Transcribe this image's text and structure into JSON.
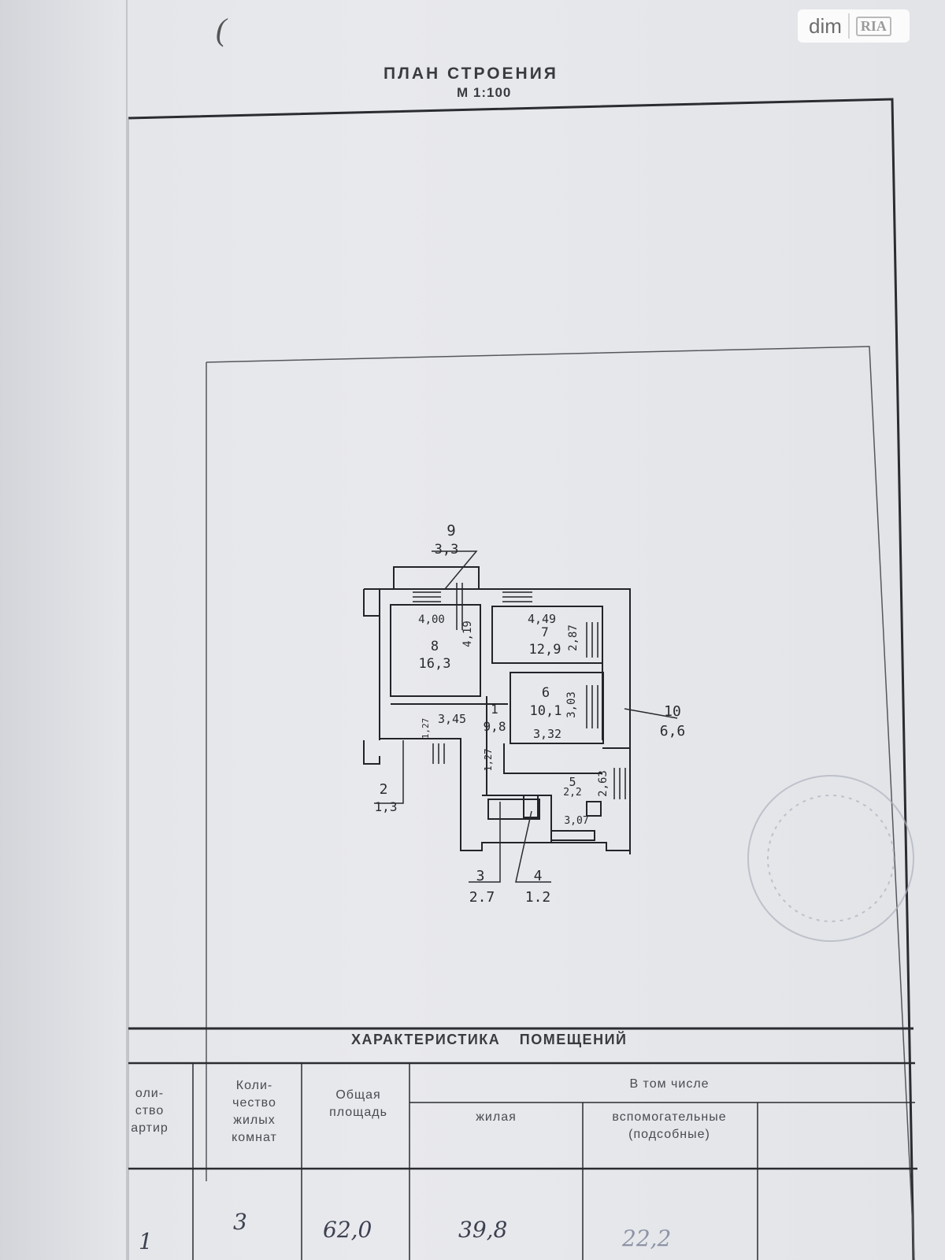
{
  "header": {
    "title": "ПЛАН СТРОЕНИЯ",
    "scale": "М 1:100",
    "corner_mark": "("
  },
  "watermark": {
    "text": "dim",
    "logo": "RIA"
  },
  "rooms": [
    {
      "id": "1",
      "area": "9,8"
    },
    {
      "id": "2",
      "area": "1,3"
    },
    {
      "id": "3",
      "area": "2.7"
    },
    {
      "id": "4",
      "area": "1.2"
    },
    {
      "id": "5",
      "area": "2,2"
    },
    {
      "id": "6",
      "area": "10,1"
    },
    {
      "id": "7",
      "area": "12,9"
    },
    {
      "id": "8",
      "area": "16,3"
    },
    {
      "id": "9",
      "area": "3,3"
    },
    {
      "id": "10",
      "area": "6,6"
    }
  ],
  "dimensions": {
    "d1": "4,00",
    "d2": "4,19",
    "d3": "4,49",
    "d4": "2,87",
    "d5": "3,03",
    "d6": "3,45",
    "d7": "1,27",
    "d8": "3,32",
    "d9": "1,27",
    "d10": "2,63",
    "d11": "3,07"
  },
  "table": {
    "title": "ХАРАКТЕРИСТИКА ПОМЕЩЕНИЙ",
    "col_quarters": "оли-\nство\nартир",
    "col_rooms": "Коли-\nчество\nжилых\nкомнат",
    "col_total": "Общая\nплощадь",
    "col_including": "В том числе",
    "col_living": "жилая",
    "col_auxiliary": "вспомогательные\n(подсобные)",
    "row": {
      "quarters": "1",
      "rooms": "3",
      "total": "62,0",
      "living": "39,8",
      "auxiliary": "22,2"
    }
  },
  "colors": {
    "paper": "#e6e8ec",
    "ink": "#2a2b30",
    "handwriting": "#3d4150"
  }
}
